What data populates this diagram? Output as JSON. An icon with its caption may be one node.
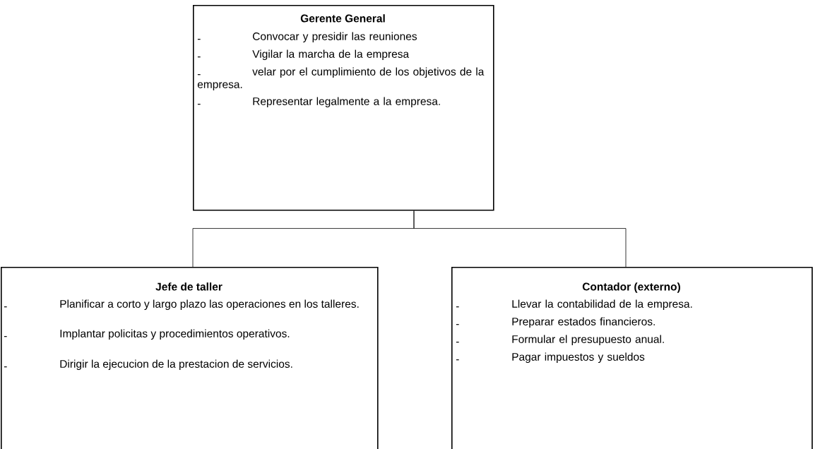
{
  "diagram": {
    "nodes": [
      {
        "text": [
          "Gerente General",
          "-",
          "Convocar y presidir las reuniones",
          "-",
          "Vigilar la marcha de la empresa",
          "-",
          "velar por el cumplimiento de los objetivos de la empresa.",
          "-",
          "Representar legalmente a la empresa."
        ]
      },
      {
        "text": [
          "Jefe de taller",
          "-",
          "Planificar a corto y largo plazo las operaciones en los talleres.",
          "-",
          "Implantar policitas y procedimientos operativos.",
          "-",
          "Dirigir la ejecucion de la prestacion de servicios."
        ]
      },
      {
        "text": [
          "Contador (externo)",
          "-",
          "Llevar la contabilidad de la empresa.",
          "-",
          "Preparar estados financieros.",
          "-",
          "Formular el presupuesto anual.",
          "-",
          "Pagar impuestos y sueldos"
        ]
      }
    ],
    "edges": [
      {
        "from": 0,
        "to": 1,
        "arrow": "none"
      },
      {
        "from": 0,
        "to": 2,
        "arrow": "none"
      }
    ]
  }
}
